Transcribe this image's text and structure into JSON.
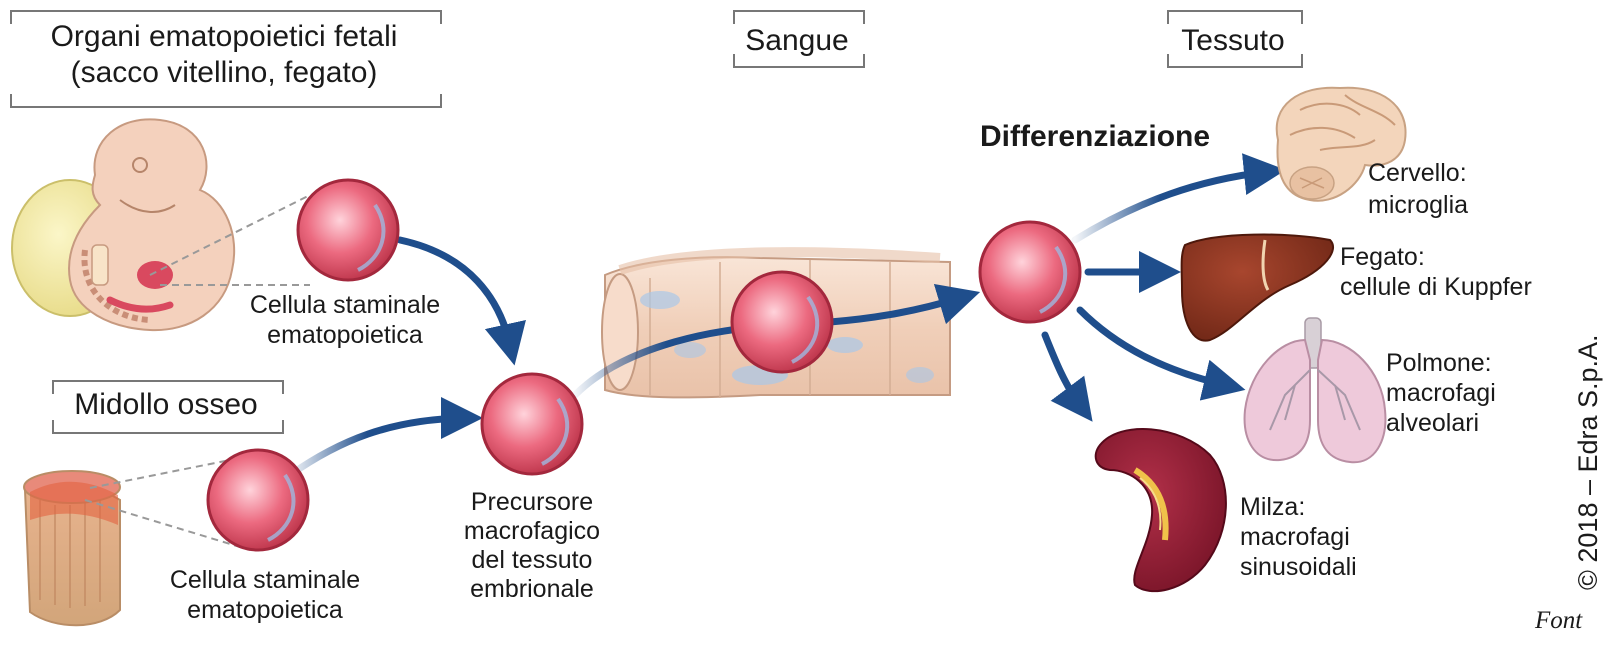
{
  "headers": {
    "fetal_line1": "Organi ematopoietici fetali",
    "fetal_line2": "(sacco vitellino, fegato)",
    "bone_marrow": "Midollo osseo",
    "blood": "Sangue",
    "tissue": "Tessuto"
  },
  "labels": {
    "stem_cell_fetal_1": "Cellula staminale",
    "stem_cell_fetal_2": "ematopoietica",
    "stem_cell_marrow_1": "Cellula staminale",
    "stem_cell_marrow_2": "ematopoietica",
    "precursor_1": "Precursore",
    "precursor_2": "macrofagico",
    "precursor_3": "del tessuto",
    "precursor_4": "embrionale",
    "differentiation": "Differenziazione"
  },
  "tissues": {
    "brain_1": "Cervello:",
    "brain_2": "microglia",
    "liver_1": "Fegato:",
    "liver_2": "cellule di Kuppfer",
    "lung_1": "Polmone:",
    "lung_2": "macrofagi",
    "lung_3": "alveolari",
    "spleen_1": "Milza:",
    "spleen_2": "macrofagi",
    "spleen_3": "sinusoidali"
  },
  "credit": "© 2018 – Edra S.p.A.",
  "font_note": "Font",
  "colors": {
    "arrow": "#1f4e8c",
    "cell": "#e8506a",
    "cell_ring": "#c43a4e",
    "vessel": "#f3d7c4",
    "liver": "#7a2e1c",
    "spleen": "#8e1a33",
    "brain": "#f2d3b8",
    "lung": "#ecc4d6"
  }
}
